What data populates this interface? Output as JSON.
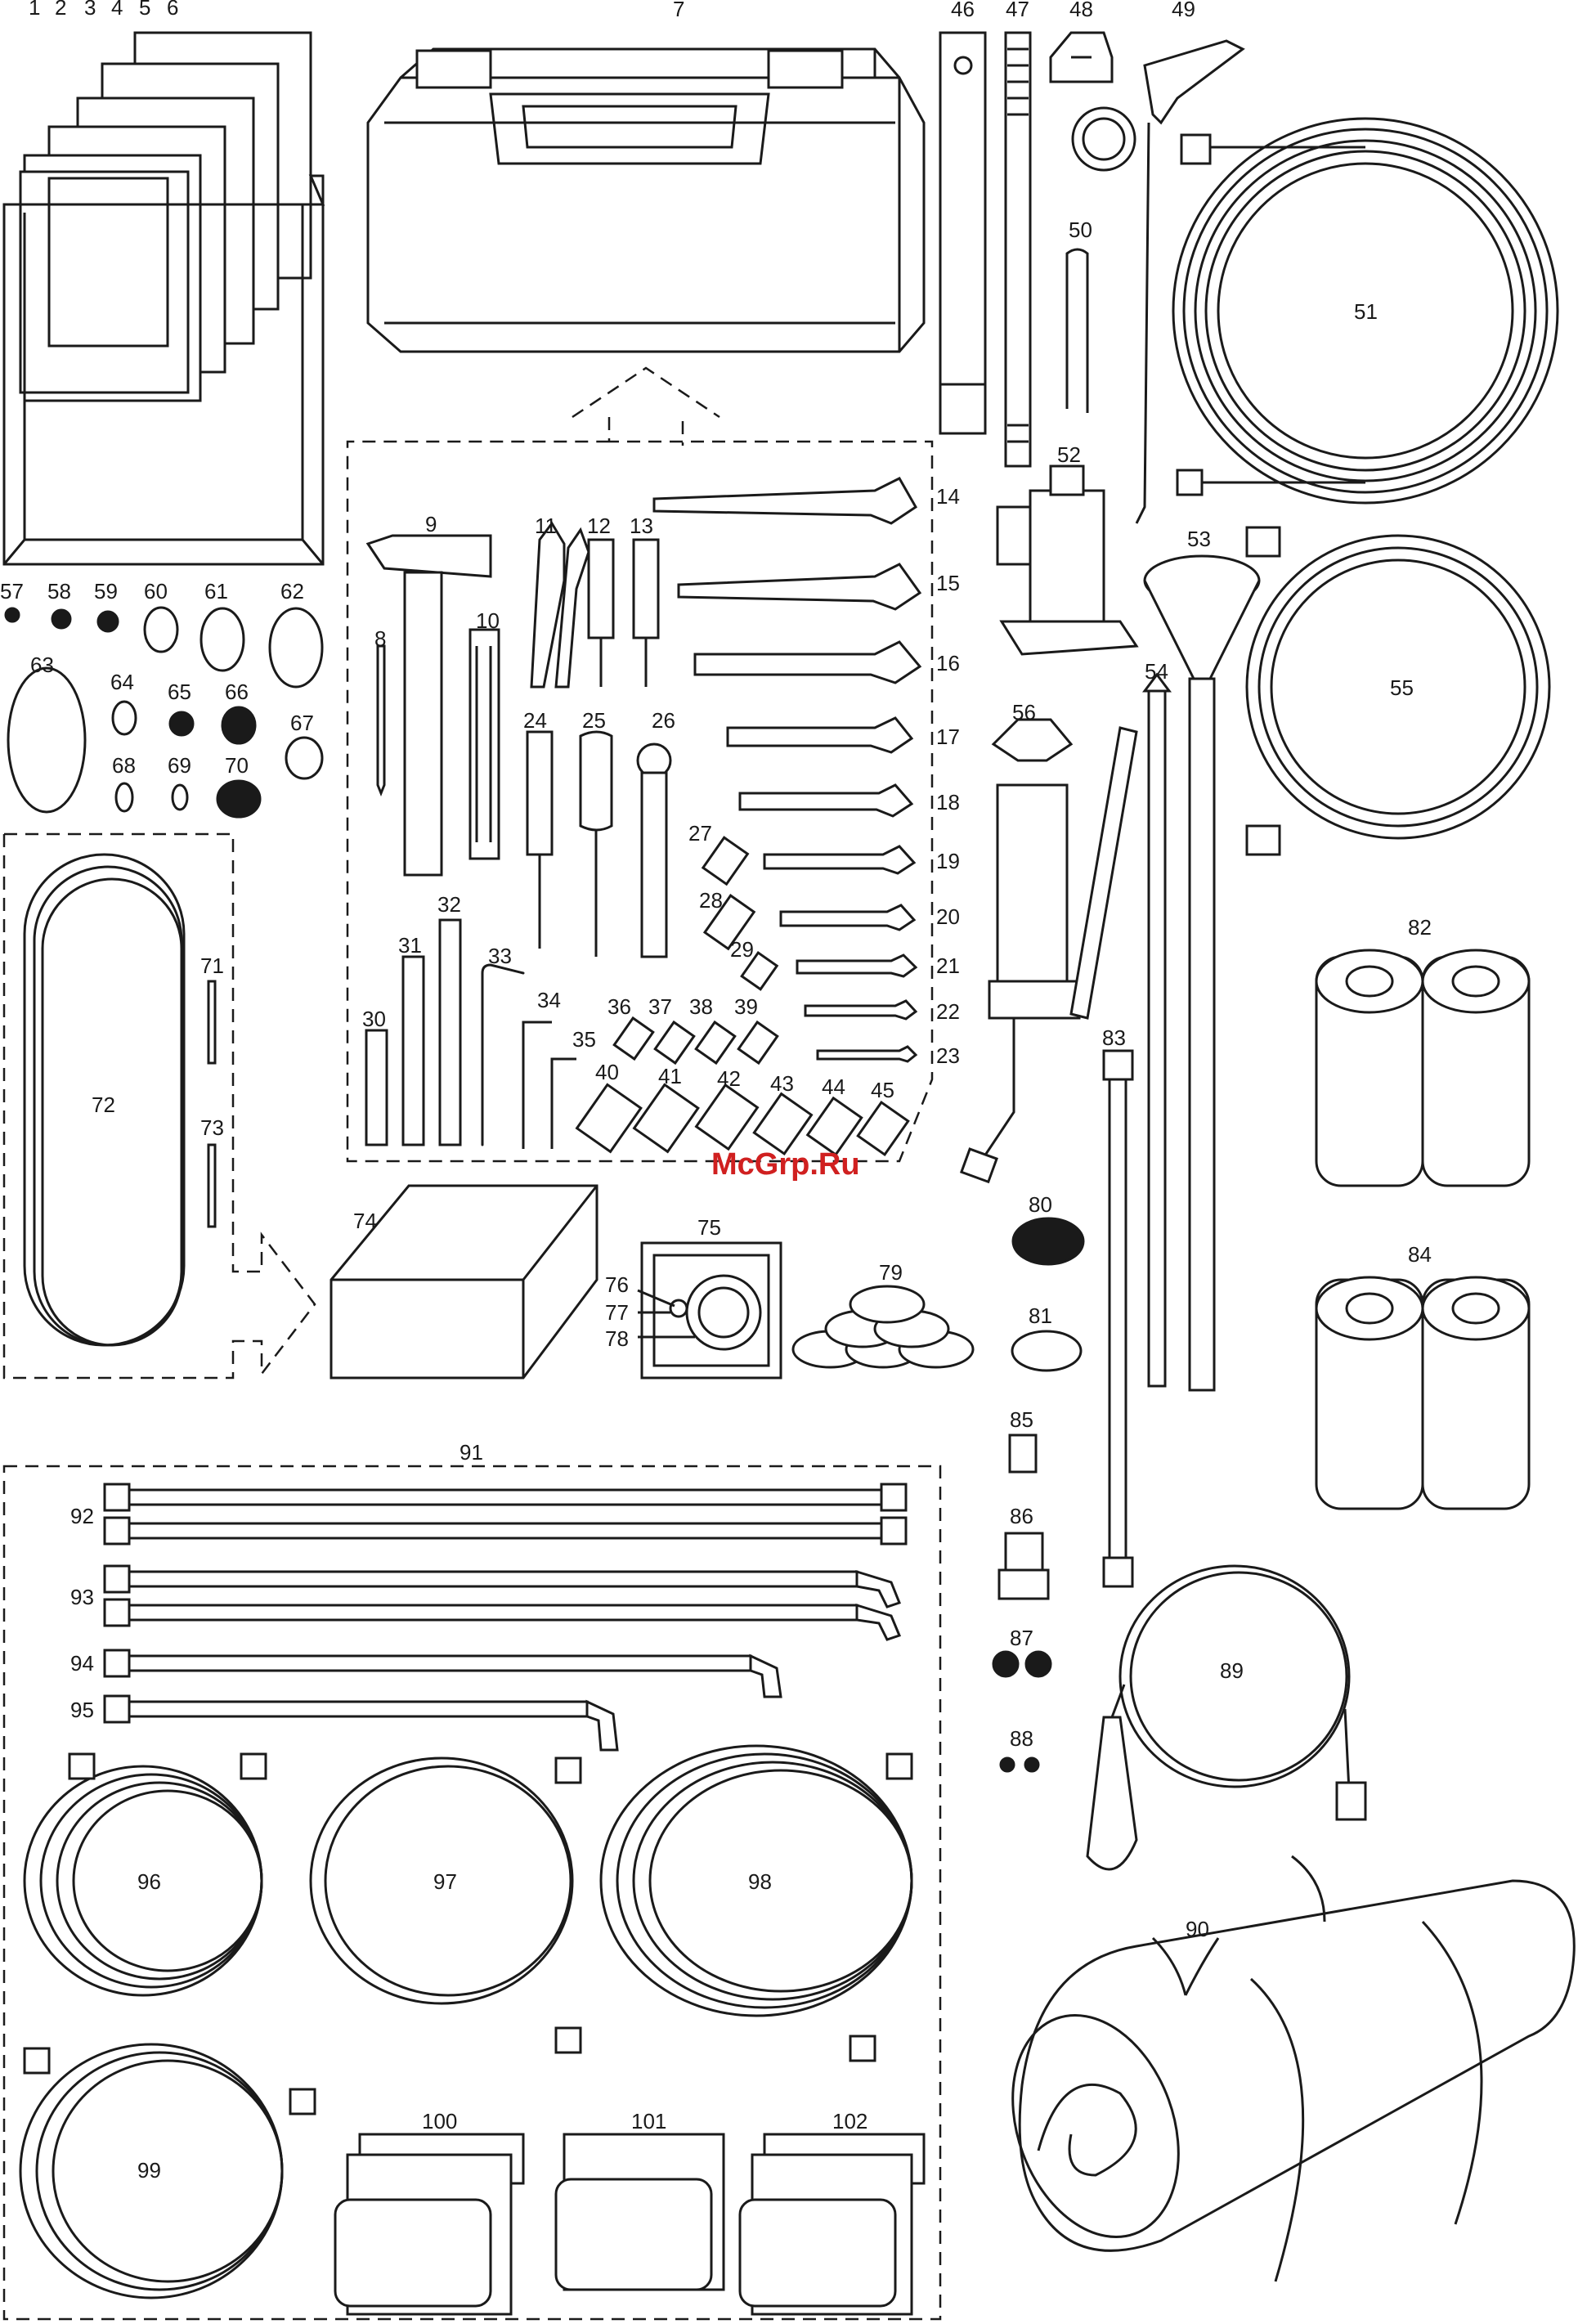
{
  "labels": {
    "l1": "1",
    "l2": "2",
    "l3": "3",
    "l4": "4",
    "l5": "5",
    "l6": "6",
    "l7": "7",
    "l8": "8",
    "l9": "9",
    "l10": "10",
    "l11": "11",
    "l12": "12",
    "l13": "13",
    "l14": "14",
    "l15": "15",
    "l16": "16",
    "l17": "17",
    "l18": "18",
    "l19": "19",
    "l20": "20",
    "l21": "21",
    "l22": "22",
    "l23": "23",
    "l24": "24",
    "l25": "25",
    "l26": "26",
    "l27": "27",
    "l28": "28",
    "l29": "29",
    "l30": "30",
    "l31": "31",
    "l32": "32",
    "l33": "33",
    "l34": "34",
    "l35": "35",
    "l36": "36",
    "l37": "37",
    "l38": "38",
    "l39": "39",
    "l40": "40",
    "l41": "41",
    "l42": "42",
    "l43": "43",
    "l44": "44",
    "l45": "45",
    "l46": "46",
    "l47": "47",
    "l48": "48",
    "l49": "49",
    "l50": "50",
    "l51": "51",
    "l52": "52",
    "l53": "53",
    "l54": "54",
    "l55": "55",
    "l56": "56",
    "l57": "57",
    "l58": "58",
    "l59": "59",
    "l60": "60",
    "l61": "61",
    "l62": "62",
    "l63": "63",
    "l64": "64",
    "l65": "65",
    "l66": "66",
    "l67": "67",
    "l68": "68",
    "l69": "69",
    "l70": "70",
    "l71": "71",
    "l72": "72",
    "l73": "73",
    "l74": "74",
    "l75": "75",
    "l76": "76",
    "l77": "77",
    "l78": "78",
    "l79": "79",
    "l80": "80",
    "l81": "81",
    "l82": "82",
    "l83": "83",
    "l84": "84",
    "l85": "85",
    "l86": "86",
    "l87": "87",
    "l88": "88",
    "l89": "89",
    "l90": "90",
    "l91": "91",
    "l92": "92",
    "l93": "93",
    "l94": "94",
    "l95": "95",
    "l96": "96",
    "l97": "97",
    "l98": "98",
    "l99": "99",
    "l100": "100",
    "l101": "101",
    "l102": "102"
  },
  "watermark": "McGrp.Ru"
}
